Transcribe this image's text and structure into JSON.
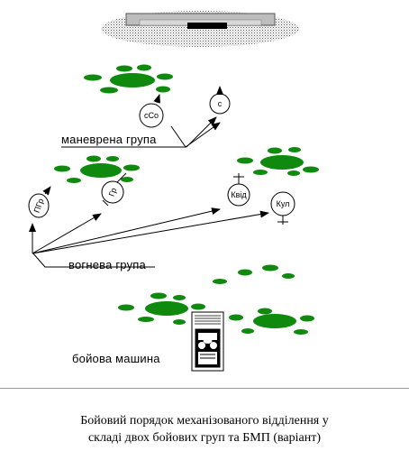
{
  "labels": {
    "maneuver_group": "маневрена група",
    "fire_group": "вогнева група",
    "combat_vehicle": "бойова машина"
  },
  "symbols": {
    "sso": "сСо",
    "s": "с",
    "pgr": "ПГр",
    "gr": "Гр",
    "kvid": "Квід",
    "kul": "Кул"
  },
  "caption": {
    "line1": "Бойовий порядок механізованого відділення у",
    "line2": "складі двох бойових груп та БМП (варіант)"
  },
  "colors": {
    "bush": "#0f8a0f",
    "ink": "#000000",
    "frame": "#9a9a9a"
  }
}
